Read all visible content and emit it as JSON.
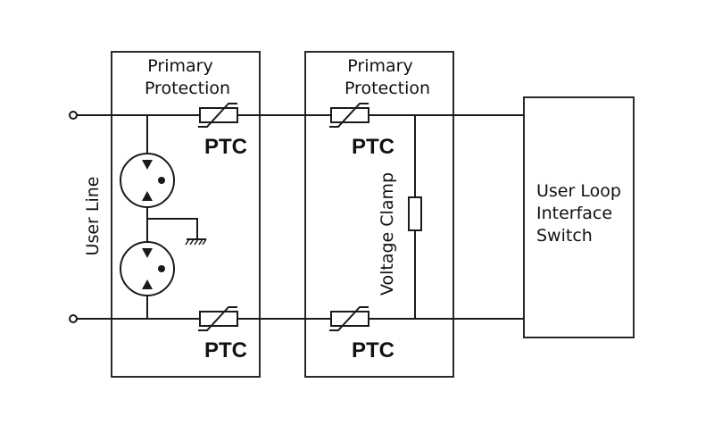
{
  "diagram": {
    "blocks": [
      {
        "id": "primary1",
        "title_line1": "Primary",
        "title_line2": "Protection"
      },
      {
        "id": "primary2",
        "title_line1": "Primary",
        "title_line2": "Protection"
      },
      {
        "id": "switch",
        "line1": "User Loop",
        "line2": "Interface",
        "line3": "Switch"
      }
    ],
    "labels": {
      "user_line": "User Line",
      "voltage_clamp": "Voltage Clamp",
      "ptc_top_1": "PTC",
      "ptc_bottom_1": "PTC",
      "ptc_top_2": "PTC",
      "ptc_bottom_2": "PTC"
    },
    "components": [
      {
        "type": "terminal",
        "name": "tip-terminal"
      },
      {
        "type": "terminal",
        "name": "ring-terminal"
      },
      {
        "type": "gas-discharge-tube",
        "name": "gdt-upper"
      },
      {
        "type": "gas-discharge-tube",
        "name": "gdt-lower"
      },
      {
        "type": "ground",
        "name": "ground"
      },
      {
        "type": "ptc-thermistor",
        "name": "ptc-top-1"
      },
      {
        "type": "ptc-thermistor",
        "name": "ptc-bottom-1"
      },
      {
        "type": "ptc-thermistor",
        "name": "ptc-top-2"
      },
      {
        "type": "ptc-thermistor",
        "name": "ptc-bottom-2"
      },
      {
        "type": "resistor",
        "name": "voltage-clamp-resistor"
      }
    ],
    "colors": {
      "stroke": "#1a1a1a",
      "background": "#ffffff"
    }
  }
}
